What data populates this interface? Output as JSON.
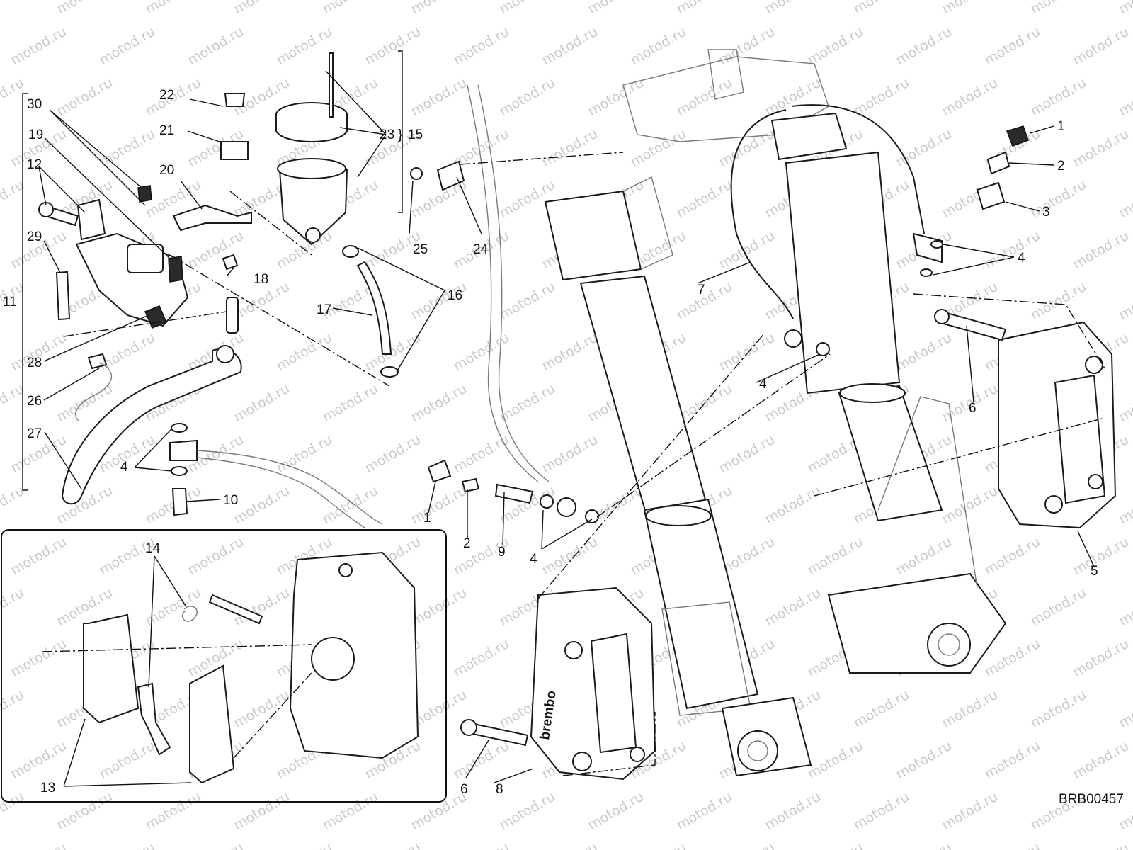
{
  "diagram": {
    "code": "BRB00457",
    "watermark": "motod.ru",
    "callouts": {
      "c1": "1",
      "c2": "2",
      "c3": "3",
      "c4": "4",
      "c5": "5",
      "c6": "6",
      "c7": "7",
      "c8": "8",
      "c9": "9",
      "c10": "10",
      "c11": "11",
      "c12": "12",
      "c13": "13",
      "c14": "14",
      "c15": "15",
      "c16": "16",
      "c17": "17",
      "c18": "18",
      "c19": "19",
      "c20": "20",
      "c21": "21",
      "c22": "22",
      "c23": "23",
      "c24": "24",
      "c25": "25",
      "c26": "26",
      "c27": "27",
      "c28": "28",
      "c29": "29",
      "c30": "30"
    },
    "caliper_logo": "brembo"
  }
}
